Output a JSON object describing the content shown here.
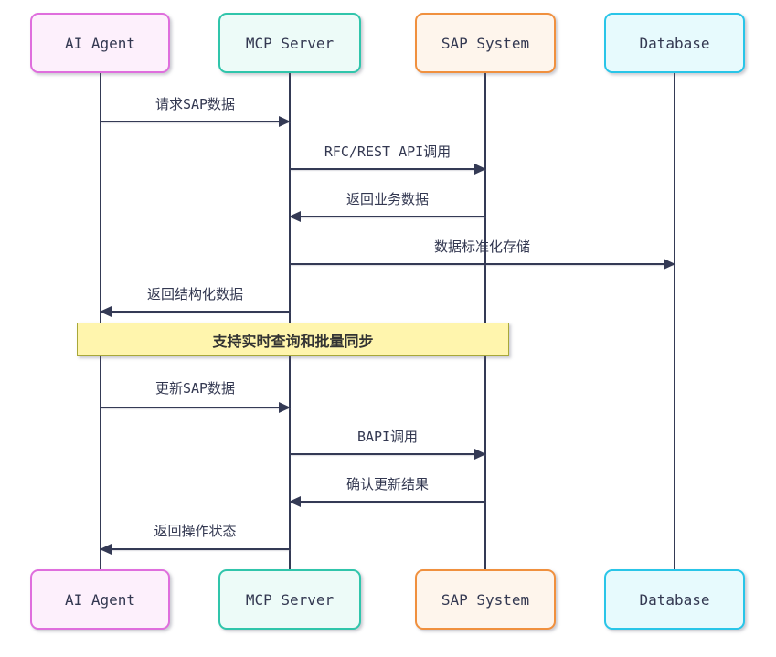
{
  "diagram": {
    "type": "sequence-diagram",
    "actors": [
      {
        "name": "AI Agent",
        "border": "#df6edd",
        "fill": "#fdf0fc"
      },
      {
        "name": "MCP Server",
        "border": "#30c5ab",
        "fill": "#edfbf8"
      },
      {
        "name": "SAP System",
        "border": "#f0903e",
        "fill": "#fef5ec"
      },
      {
        "name": "Database",
        "border": "#29c5e8",
        "fill": "#e7fafd"
      }
    ],
    "messages": [
      {
        "label": "请求SAP数据",
        "from": "AI Agent",
        "to": "MCP Server",
        "direction": "right"
      },
      {
        "label": "RFC/REST API调用",
        "from": "MCP Server",
        "to": "SAP System",
        "direction": "right"
      },
      {
        "label": "返回业务数据",
        "from": "SAP System",
        "to": "MCP Server",
        "direction": "left"
      },
      {
        "label": "数据标准化存储",
        "from": "MCP Server",
        "to": "Database",
        "direction": "right"
      },
      {
        "label": "返回结构化数据",
        "from": "MCP Server",
        "to": "AI Agent",
        "direction": "left"
      },
      {
        "label": "更新SAP数据",
        "from": "AI Agent",
        "to": "MCP Server",
        "direction": "right"
      },
      {
        "label": "BAPI调用",
        "from": "MCP Server",
        "to": "SAP System",
        "direction": "right"
      },
      {
        "label": "确认更新结果",
        "from": "SAP System",
        "to": "MCP Server",
        "direction": "left"
      },
      {
        "label": "返回操作状态",
        "from": "MCP Server",
        "to": "AI Agent",
        "direction": "left"
      }
    ],
    "note": {
      "text": "支持实时查询和批量同步",
      "over": "AI Agent, MCP Server, SAP System",
      "bg": "#fff5ad",
      "border": "#a8a839"
    },
    "colors": {
      "line": "#343a55",
      "text": "#333851"
    }
  }
}
